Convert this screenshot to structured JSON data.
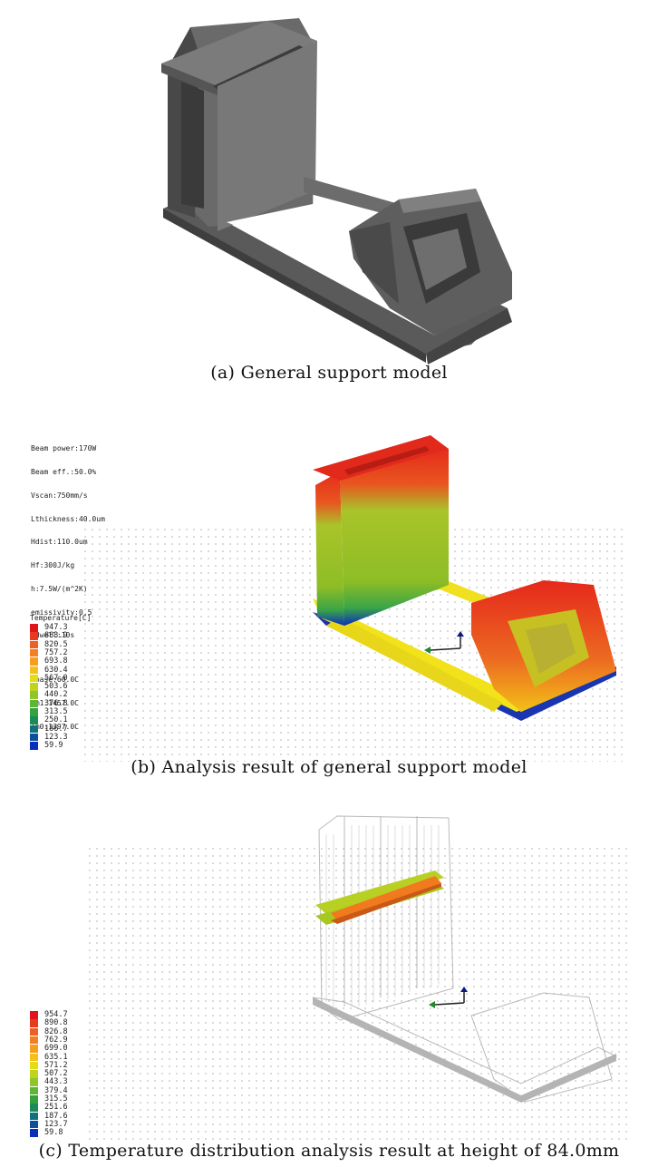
{
  "captions": {
    "a": "(a) General support model",
    "b": "(b) Analysis result of general support model",
    "c": "(c) Temperature distribution analysis result at height of 84.0mm"
  },
  "analysis_params": [
    "Beam power:170W",
    "Beam eff.:50.0%",
    "Vscan:750mm/s",
    "Lthickness:40.0um",
    "Hdist:110.0um",
    "Hf:300J/kg",
    "h:7.5W/(m^2K)",
    "emissivity:0.5",
    "Tdwell:10s",
    "",
    "Tbase:60.0C",
    "Tm1:1457.0C",
    "Tm0:1397.0C"
  ],
  "legend_b": {
    "title": "Temperature[C]",
    "values": [
      "947.3",
      "883.9",
      "820.5",
      "757.2",
      "693.8",
      "630.4",
      "567.0",
      "503.6",
      "440.2",
      "376.8",
      "313.5",
      "250.1",
      "186.7",
      "123.3",
      "59.9"
    ]
  },
  "legend_c": {
    "values": [
      "954.7",
      "890.8",
      "826.8",
      "762.9",
      "699.0",
      "635.1",
      "571.2",
      "507.2",
      "443.3",
      "379.4",
      "315.5",
      "251.6",
      "187.6",
      "123.7",
      "59.8"
    ]
  },
  "legend_colors": [
    "#e0141b",
    "#e83a1e",
    "#ef5f22",
    "#f47e22",
    "#f79e1e",
    "#f6c01a",
    "#e5dc13",
    "#bfd420",
    "#8fc62a",
    "#5fb534",
    "#35a23f",
    "#1b8b58",
    "#126f7b",
    "#0d4f9c",
    "#0a2dbd"
  ]
}
